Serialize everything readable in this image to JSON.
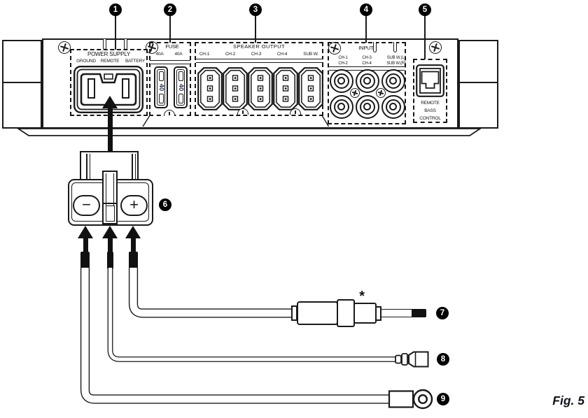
{
  "figure": {
    "caption": "Fig. 5"
  },
  "callouts": {
    "c1": "1",
    "c2": "2",
    "c3": "3",
    "c4": "4",
    "c5": "5",
    "c6": "6",
    "c7": "7",
    "c8": "8",
    "c9": "9"
  },
  "rear_panel": {
    "power_supply": {
      "title": "POWER SUPPLY",
      "terminals": [
        "GROUND",
        "REMOTE",
        "BATTERY"
      ]
    },
    "fuse": {
      "title": "FUSE",
      "ratings": [
        "40A",
        "40A"
      ],
      "fuse_marking": "40"
    },
    "speaker_output": {
      "title": "SPEAKER OUTPUT",
      "channels": [
        "CH-1",
        "CH-2",
        "CH-3",
        "CH-4",
        "SUB W."
      ]
    },
    "input": {
      "title": "INPUT",
      "columns": [
        {
          "top": "CH-1",
          "bottom": "CH-2"
        },
        {
          "top": "CH-3",
          "bottom": "CH-4"
        },
        {
          "top": "SUB W.(L)",
          "bottom": "SUB W.(R)"
        }
      ]
    },
    "remote_bass_control": {
      "lines": [
        "REMOTE",
        "BASS",
        "CONTROL"
      ]
    }
  },
  "power_connector": {
    "minus_label": "−",
    "plus_label": "+"
  },
  "notes": {
    "asterisk": "*"
  },
  "colors": {
    "line": "#1a1a1a",
    "callout_fill": "#000000",
    "callout_text": "#ffffff",
    "fuse_marking": "#2a3550"
  }
}
